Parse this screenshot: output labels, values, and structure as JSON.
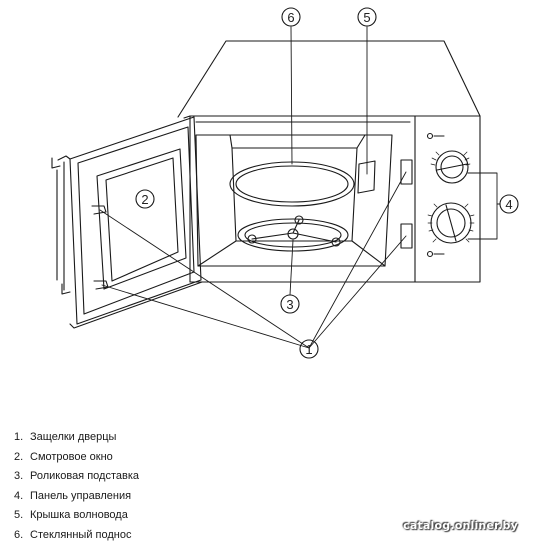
{
  "callouts": {
    "n1": "1",
    "n2": "2",
    "n3": "3",
    "n4": "4",
    "n5": "5",
    "n6": "6"
  },
  "legend": [
    {
      "num": "1.",
      "text": "Защелки дверцы"
    },
    {
      "num": "2.",
      "text": "Смотровое окно"
    },
    {
      "num": "3.",
      "text": "Роликовая подставка"
    },
    {
      "num": "4.",
      "text": "Панель управления"
    },
    {
      "num": "5.",
      "text": "Крышка волновода"
    },
    {
      "num": "6.",
      "text": "Стеклянный поднос"
    }
  ],
  "watermark": "catalog.onliner.by",
  "colors": {
    "line": "#1a1a1a",
    "background": "#ffffff"
  }
}
